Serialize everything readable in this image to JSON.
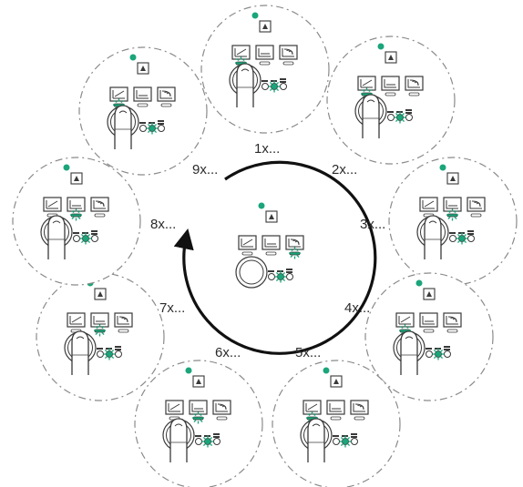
{
  "diagram": {
    "center_panel": {
      "label": "",
      "state": "idle"
    },
    "steps": [
      {
        "label": "1x...",
        "active_mode": "slope"
      },
      {
        "label": "2x...",
        "active_mode": "slope"
      },
      {
        "label": "3x...",
        "active_mode": "constant"
      },
      {
        "label": "4x...",
        "active_mode": "slope"
      },
      {
        "label": "5x...",
        "active_mode": "slope"
      },
      {
        "label": "6x...",
        "active_mode": "constant"
      },
      {
        "label": "7x...",
        "active_mode": "constant"
      },
      {
        "label": "8x...",
        "active_mode": "constant"
      },
      {
        "label": "9x...",
        "active_mode": "slope"
      }
    ],
    "colors": {
      "led_green": "#1aa57a",
      "line": "#3a3a3a",
      "dash": "#8a8a8a",
      "arrow": "#111111"
    },
    "icons": [
      "finger-press-icon",
      "slope-mode-icon",
      "constant-mode-icon",
      "wave-mode-icon",
      "up-arrow-button-icon",
      "status-led-icon",
      "cycle-arrow-icon"
    ]
  }
}
